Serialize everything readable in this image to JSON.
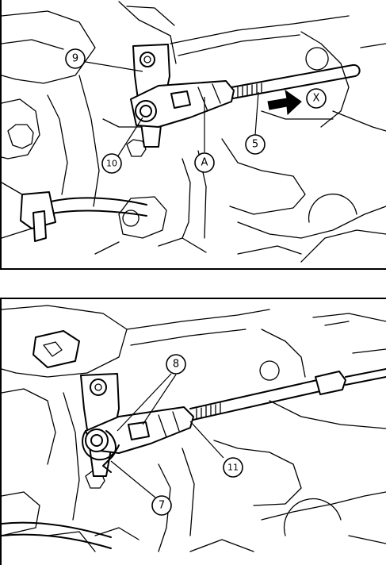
{
  "figures": [
    {
      "id": "top",
      "callouts": [
        {
          "label": "9"
        },
        {
          "label": "10"
        },
        {
          "label": "A"
        },
        {
          "label": "5"
        },
        {
          "label": "X"
        }
      ]
    },
    {
      "id": "bottom",
      "callouts": [
        {
          "label": "8"
        },
        {
          "label": "11"
        },
        {
          "label": "7"
        }
      ]
    }
  ],
  "colors": {
    "line": "#000000",
    "background": "#ffffff"
  }
}
